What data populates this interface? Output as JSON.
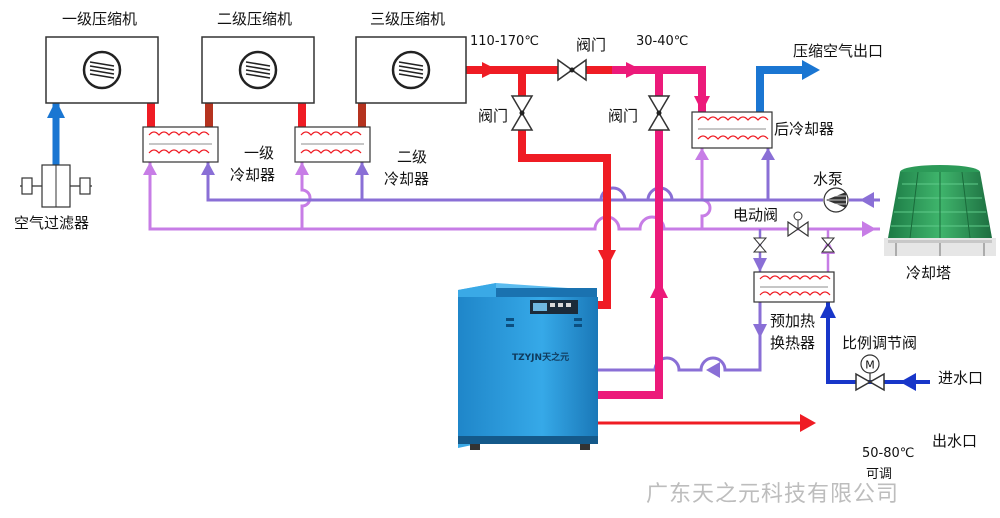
{
  "labels": {
    "compressor1": "一级压缩机",
    "compressor2": "二级压缩机",
    "compressor3": "三级压缩机",
    "temp_high": "110-170℃",
    "valve_top": "阀门",
    "temp_mid": "30-40℃",
    "outlet_air": "压缩空气出口",
    "valve_left": "阀门",
    "valve_right": "阀门",
    "aftercooler": "后冷却器",
    "cooler1_line1": "一级",
    "cooler1_line2": "冷却器",
    "cooler2_line1": "二级",
    "cooler2_line2": "冷却器",
    "air_filter": "空气过滤器",
    "pump": "水泵",
    "motor_valve": "电动阀",
    "cooling_tower": "冷却塔",
    "preheater_line1": "预加热",
    "preheater_line2": "换热器",
    "prop_valve": "比例调节阀",
    "water_in": "进水口",
    "water_out": "出水口",
    "out_temp": "50-80℃",
    "adjustable": "可调",
    "watermark": "广东天之元科技有限公司",
    "machine_brand": "TZYJN天之元",
    "motor_symbol": "M"
  },
  "colors": {
    "hot_red": "#ef1c24",
    "magenta": "#ec1a7a",
    "blue": "#1a76d2",
    "lavender": "#c77de6",
    "purple": "#8a6fd6",
    "navy": "#1836c9",
    "dark_red": "#b5331f",
    "machine_blue": "#2a9ee0"
  }
}
